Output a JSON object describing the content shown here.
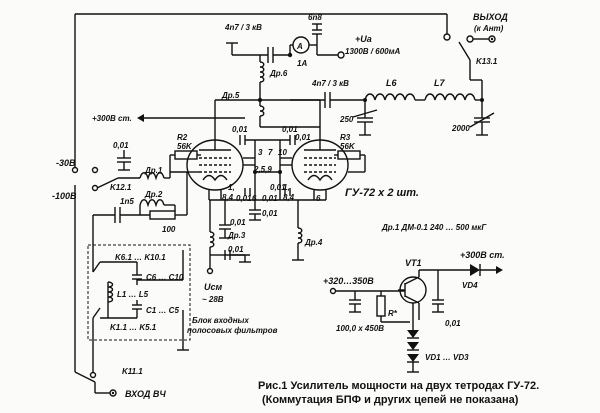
{
  "labels": {
    "c_top_4n7": "4n7 / 3 кВ",
    "c_6n8": "6n8",
    "ammeter": "A",
    "ammeter_range": "1A",
    "ua": "+Ua",
    "ua_val": "1300В / 600мА",
    "output": "ВЫХОД",
    "output_ant": "(к Ант)",
    "k13": "K13.1",
    "dr6": "Др.6",
    "c_4n7_2": "4n7 / 3 кВ",
    "l6": "L6",
    "l7": "L7",
    "dr5": "Др.5",
    "c250": "250",
    "c2000": "2000",
    "plus300_left": "+300В ст.",
    "r2": "R2",
    "r2_val": "56K",
    "r3": "R3",
    "r3_val": "56K",
    "c001_a": "0,01",
    "c001_b": "0,01",
    "c001_c": "0,01",
    "c001_d": "0,01",
    "c001_e": "0,01",
    "c001_f": "0,01",
    "c001_g": "0,01",
    "c001_h": "0,01",
    "c001_i": "0,01",
    "c001_j": "0,01",
    "pin3": "3",
    "pin7": "7",
    "pin10": "10",
    "pin259": "2,5,9",
    "pin1a": "1,",
    "pin84a": "8,4",
    "pin6a": "6",
    "pin1b": "1,",
    "pin84b": "8,4",
    "pin6b": "6",
    "minus30": "-30В",
    "minus100": "-100В",
    "k12": "K12.1",
    "dr1": "Др.1",
    "dr2": "Др.2",
    "r100": "100",
    "c1n5": "1n5",
    "dr3": "Др.3",
    "dr4": "Др.4",
    "usm": "Uсм",
    "usm_val": "~ 28В",
    "tube_title": "ГУ-72 х 2 шт.",
    "dr_note": "Др.1 ДМ-0.1 240 … 500 мкГ",
    "k6k10": "K6.1 … K10.1",
    "c6c10": "C6 … C10",
    "l1l5": "L1 … L5",
    "c1c5": "C1 … C5",
    "k1k5": "K1.1 … K5.1",
    "block1": "Блок входных",
    "block2": "полосовых фильтров",
    "k11": "K11.1",
    "input": "ВХОД ВЧ",
    "supply_in": "+320…350В",
    "vt1": "VT1",
    "plus300_right": "+300В ст.",
    "vd4": "VD4",
    "rstar": "R*",
    "c100": "100,0 х 450В",
    "c001_k": "0,01",
    "vd1vd3": "VD1 … VD3",
    "caption1": "Рис.1 Усилитель мощности на двух тетродах ГУ-72.",
    "caption2": "(Коммутация БПФ и других цепей не показана)"
  }
}
